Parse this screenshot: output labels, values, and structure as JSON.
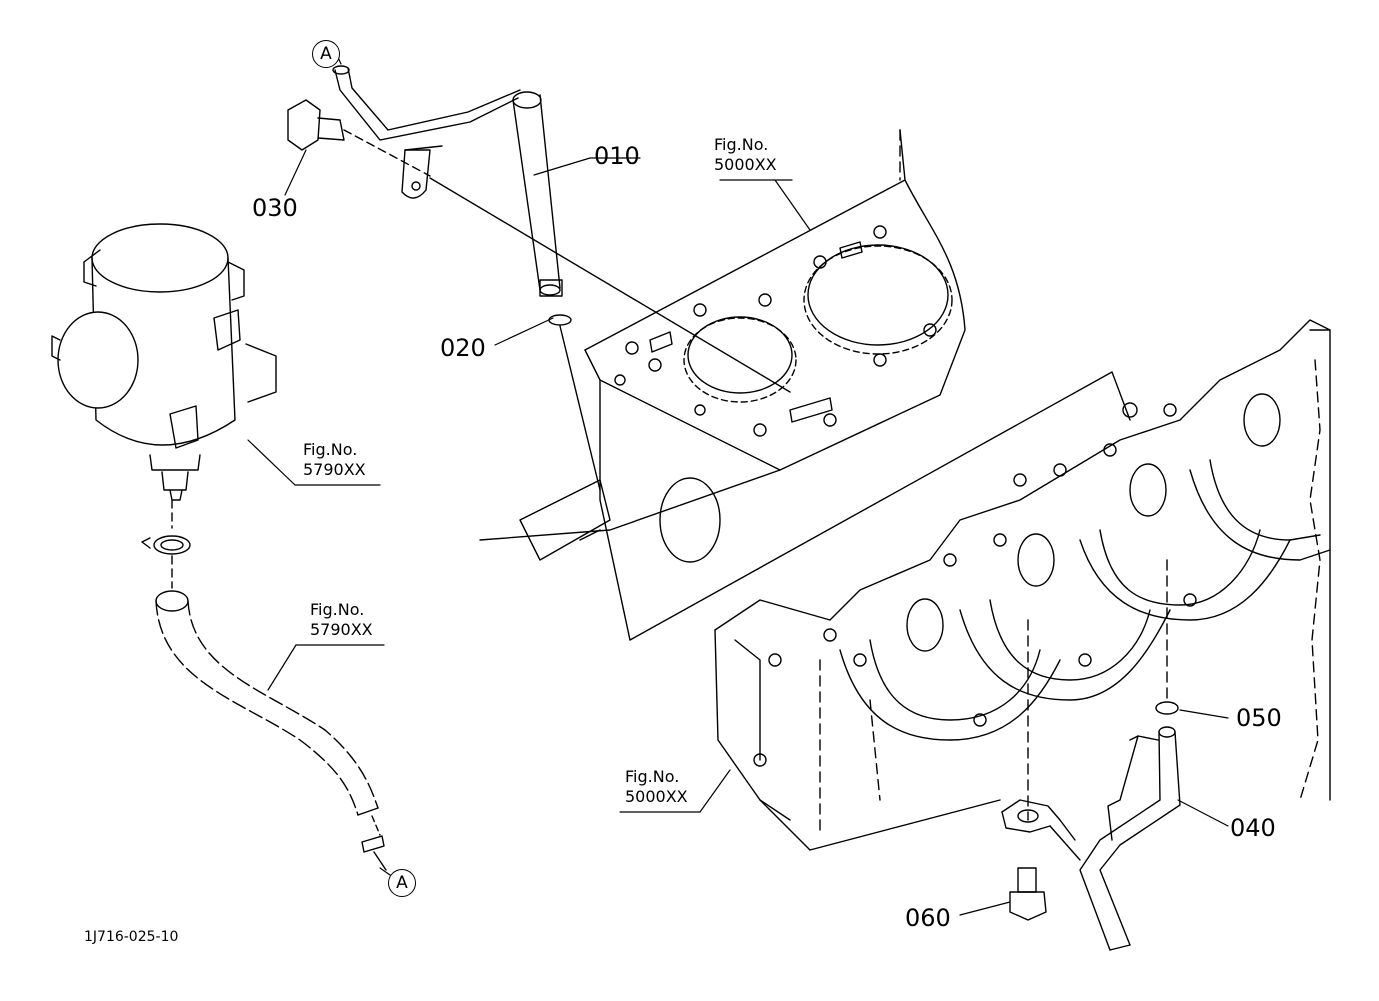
{
  "diagram": {
    "drawing_code": "1J716-025-10",
    "ref_marker": "A",
    "parts": {
      "p010": "010",
      "p020": "020",
      "p030": "030",
      "p040": "040",
      "p050": "050",
      "p060": "060"
    },
    "fig_refs": {
      "fig_label": "Fig.No.",
      "head_gasket": "5000XX",
      "separator": "5790XX",
      "hose": "5790XX",
      "crankcase": "5000XX"
    },
    "line_color": "#000000",
    "background": "#ffffff"
  }
}
